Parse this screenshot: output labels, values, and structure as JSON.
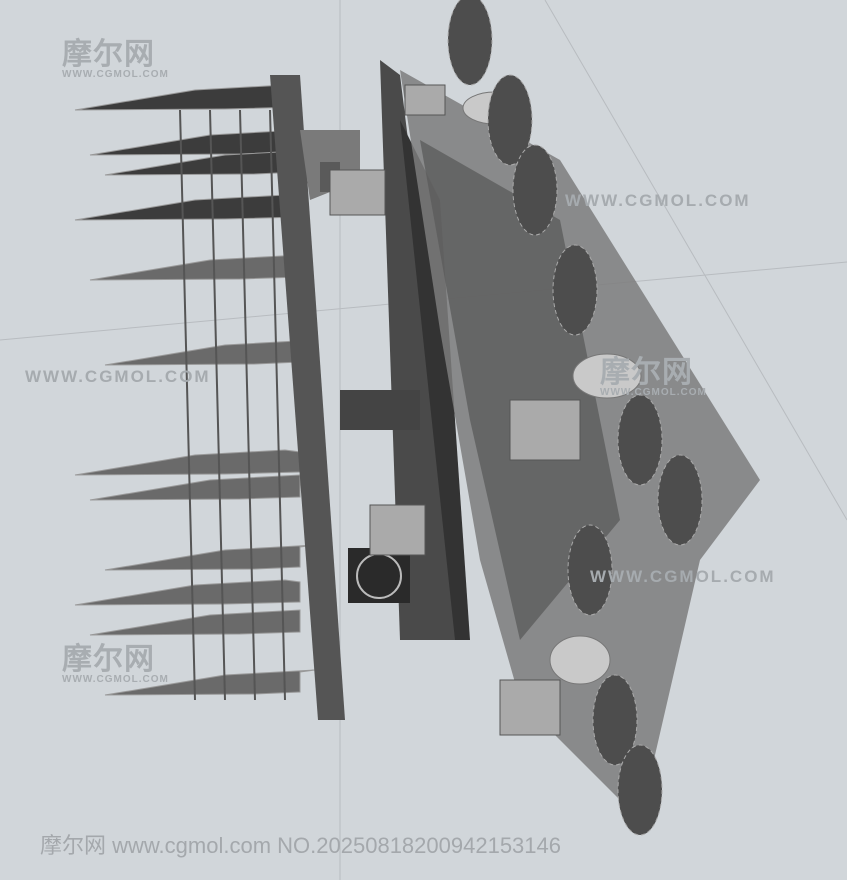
{
  "watermark": {
    "logo_text": "摩尔网",
    "logo_sub": "WWW.CGMOL.COM",
    "url_text": "WWW.CGMOL.COM"
  },
  "footer": {
    "site": "摩尔网 www.cgmol.com",
    "serial": "NO.20250818200942153146"
  },
  "colors": {
    "background": "#d1d6da",
    "model_dark": "#3a3a3a",
    "model_mid": "#6b6b6b",
    "model_light": "#9a9a9a",
    "watermark": "#a8adb1"
  }
}
